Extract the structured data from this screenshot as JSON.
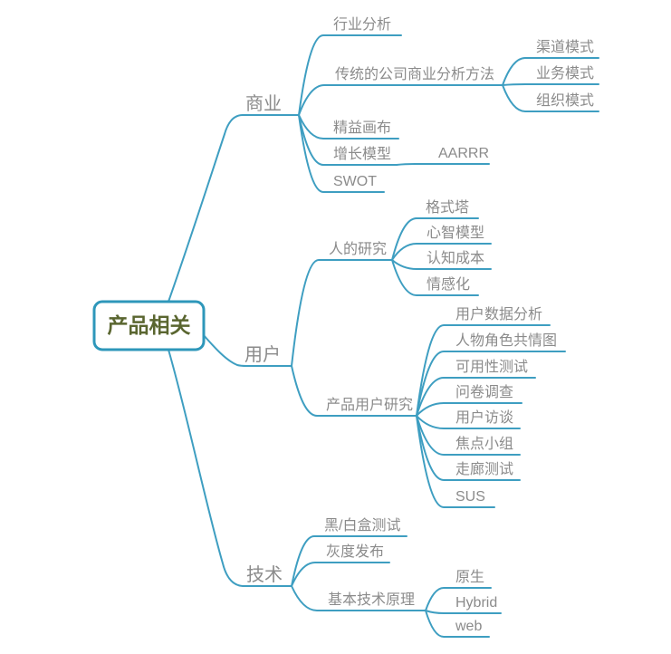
{
  "mindmap": {
    "root": {
      "id": "root",
      "label": "产品相关"
    },
    "nodes": [
      {
        "id": "shangye",
        "label": "商业",
        "parent": "root",
        "level": 1
      },
      {
        "id": "hangye",
        "label": "行业分析",
        "parent": "shangye",
        "level": 2
      },
      {
        "id": "chuantong",
        "label": "传统的公司商业分析方法",
        "parent": "shangye",
        "level": 2
      },
      {
        "id": "qudao",
        "label": "渠道模式",
        "parent": "chuantong",
        "level": 3
      },
      {
        "id": "yewu",
        "label": "业务模式",
        "parent": "chuantong",
        "level": 3
      },
      {
        "id": "zuzhi",
        "label": "组织模式",
        "parent": "chuantong",
        "level": 3
      },
      {
        "id": "jingyi",
        "label": "精益画布",
        "parent": "shangye",
        "level": 2
      },
      {
        "id": "zengzhang",
        "label": "增长模型",
        "parent": "shangye",
        "level": 2
      },
      {
        "id": "aarrr",
        "label": "AARRR",
        "parent": "zengzhang",
        "level": 3
      },
      {
        "id": "swot",
        "label": "SWOT",
        "parent": "shangye",
        "level": 2
      },
      {
        "id": "yonghu",
        "label": "用户",
        "parent": "root",
        "level": 1
      },
      {
        "id": "renyanjiu",
        "label": "人的研究",
        "parent": "yonghu",
        "level": 2
      },
      {
        "id": "geshita",
        "label": "格式塔",
        "parent": "renyanjiu",
        "level": 3
      },
      {
        "id": "xinzhi",
        "label": "心智模型",
        "parent": "renyanjiu",
        "level": 3
      },
      {
        "id": "renzhi",
        "label": "认知成本",
        "parent": "renyanjiu",
        "level": 3
      },
      {
        "id": "qinggan",
        "label": "情感化",
        "parent": "renyanjiu",
        "level": 3
      },
      {
        "id": "cpyhyj",
        "label": "产品用户研究",
        "parent": "yonghu",
        "level": 2
      },
      {
        "id": "shuju",
        "label": "用户数据分析",
        "parent": "cpyhyj",
        "level": 3
      },
      {
        "id": "renwu",
        "label": "人物角色共情图",
        "parent": "cpyhyj",
        "level": 3
      },
      {
        "id": "keyong",
        "label": "可用性测试",
        "parent": "cpyhyj",
        "level": 3
      },
      {
        "id": "wenjuan",
        "label": "问卷调查",
        "parent": "cpyhyj",
        "level": 3
      },
      {
        "id": "fangtan",
        "label": "用户访谈",
        "parent": "cpyhyj",
        "level": 3
      },
      {
        "id": "jiaodian",
        "label": "焦点小组",
        "parent": "cpyhyj",
        "level": 3
      },
      {
        "id": "zoulang",
        "label": "走廊测试",
        "parent": "cpyhyj",
        "level": 3
      },
      {
        "id": "sus",
        "label": "SUS",
        "parent": "cpyhyj",
        "level": 3
      },
      {
        "id": "jishu",
        "label": "技术",
        "parent": "root",
        "level": 1
      },
      {
        "id": "heibai",
        "label": "黑/白盒测试",
        "parent": "jishu",
        "level": 2
      },
      {
        "id": "huidu",
        "label": "灰度发布",
        "parent": "jishu",
        "level": 2
      },
      {
        "id": "jiben",
        "label": "基本技术原理",
        "parent": "jishu",
        "level": 2
      },
      {
        "id": "yuansheng",
        "label": "原生",
        "parent": "jiben",
        "level": 3
      },
      {
        "id": "hybrid",
        "label": "Hybrid",
        "parent": "jiben",
        "level": 3
      },
      {
        "id": "web",
        "label": "web",
        "parent": "jiben",
        "level": 3
      }
    ]
  },
  "colors": {
    "line": "#3e9ec1",
    "root_border": "#2e97ba",
    "root_fill": "#ffffff",
    "root_text": "#5a6630",
    "node_text": "#8b8b8b",
    "background": "#ffffff"
  }
}
